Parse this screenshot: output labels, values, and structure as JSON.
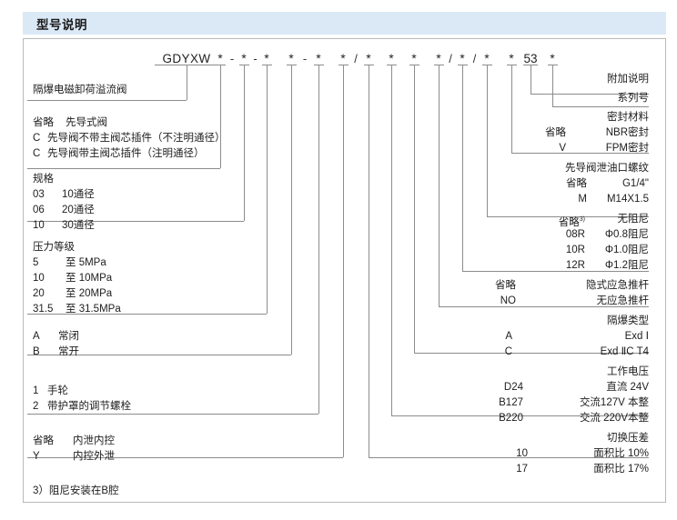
{
  "header": {
    "title": "型号说明"
  },
  "model_code": {
    "prefix": "GDYXW",
    "tokens": [
      "*",
      "*",
      "*",
      "*",
      "*",
      "*",
      "*",
      "*",
      "*",
      "*",
      "*",
      "*",
      "*",
      "53",
      "*"
    ],
    "separators": [
      "-",
      "-",
      "-",
      "/",
      "/",
      "/"
    ],
    "series_number": "53"
  },
  "left_groups": [
    {
      "name": "product-name",
      "lines": [
        {
          "code": "",
          "desc": "隔爆电磁卸荷溢流阀"
        }
      ]
    },
    {
      "name": "pilot-type",
      "lines": [
        {
          "code": "省略",
          "desc": "先导式阀"
        },
        {
          "code": "C",
          "desc": "先导阀不带主阀芯插件（不注明通径）"
        },
        {
          "code": "C",
          "desc": "先导阀带主阀芯插件（注明通径）"
        }
      ]
    },
    {
      "name": "specification",
      "title": "规格",
      "lines": [
        {
          "code": "03",
          "desc": "10通径"
        },
        {
          "code": "06",
          "desc": "20通径"
        },
        {
          "code": "10",
          "desc": "30通径"
        }
      ]
    },
    {
      "name": "pressure-grade",
      "title": "压力等级",
      "lines": [
        {
          "code": "5",
          "desc": "至  5MPa"
        },
        {
          "code": "10",
          "desc": "至 10MPa"
        },
        {
          "code": "20",
          "desc": "至 20MPa"
        },
        {
          "code": "31.5",
          "desc": "至 31.5MPa"
        }
      ]
    },
    {
      "name": "valve-state",
      "lines": [
        {
          "code": "A",
          "desc": "常闭"
        },
        {
          "code": "B",
          "desc": "常开"
        }
      ]
    },
    {
      "name": "adjust-type",
      "lines": [
        {
          "code": "1",
          "desc": "手轮"
        },
        {
          "code": "2",
          "desc": "带护罩的调节螺栓"
        }
      ]
    },
    {
      "name": "drain-control",
      "lines": [
        {
          "code": "省略",
          "desc": "内泄内控"
        },
        {
          "code": "Y",
          "desc": "内控外泄"
        }
      ]
    }
  ],
  "right_groups": [
    {
      "name": "additional-note",
      "title": "附加说明",
      "lines": []
    },
    {
      "name": "series-number",
      "title": "系列号",
      "lines": []
    },
    {
      "name": "seal-material",
      "title": "密封材料",
      "lines": [
        {
          "code": "省略",
          "desc": "NBR密封"
        },
        {
          "code": "V",
          "desc": "FPM密封"
        }
      ]
    },
    {
      "name": "pilot-drain-thread",
      "title": "先导阀泄油口螺纹",
      "lines": [
        {
          "code": "省略",
          "desc": "G1/4\""
        },
        {
          "code": "M",
          "desc": "M14X1.5"
        }
      ]
    },
    {
      "name": "damping",
      "title": "",
      "lines": [
        {
          "code": "省略",
          "sup": "3)",
          "desc": "无阻尼"
        },
        {
          "code": "08R",
          "desc": "Φ0.8阻尼"
        },
        {
          "code": "10R",
          "desc": "Φ1.0阻尼"
        },
        {
          "code": "12R",
          "desc": "Φ1.2阻尼"
        }
      ]
    },
    {
      "name": "emergency-rod",
      "title": "",
      "lines": [
        {
          "code": "省略",
          "desc": "隐式应急推杆"
        },
        {
          "code": "NO",
          "desc": "无应急推杆"
        }
      ]
    },
    {
      "name": "explosion-proof-type",
      "title": "隔爆类型",
      "lines": [
        {
          "code": "A",
          "desc": "Exd Ⅰ"
        },
        {
          "code": "C",
          "desc": "Exd ⅡC T4"
        }
      ]
    },
    {
      "name": "working-voltage",
      "title": "工作电压",
      "lines": [
        {
          "code": "D24",
          "desc": "直流 24V"
        },
        {
          "code": "B127",
          "desc": "交流127V 本整"
        },
        {
          "code": "B220",
          "desc": "交流 220V本整"
        }
      ]
    },
    {
      "name": "switch-pressure-diff",
      "title": "切换压差",
      "lines": [
        {
          "code": "10",
          "desc": "面积比  10%"
        },
        {
          "code": "17",
          "desc": "面积比  17%"
        }
      ]
    }
  ],
  "footnote": {
    "text": "3）阻尼安装在B腔"
  },
  "colors": {
    "header_bg": "#dbe9f6",
    "line": "#8c8c8c",
    "frame": "#b9b9b9",
    "text": "#1d1d1d"
  }
}
